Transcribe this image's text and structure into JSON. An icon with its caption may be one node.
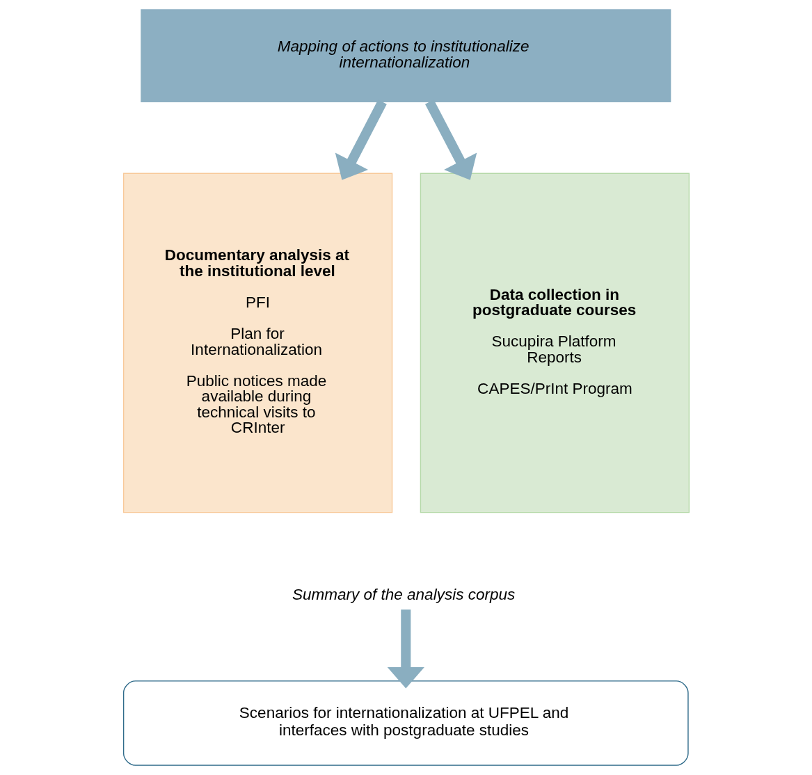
{
  "diagram": {
    "nodes": [
      {
        "text": [
          "Mapping of actions to institutionalize internationalization"
        ]
      },
      {
        "text": [
          "Documentary analysis at the institutional level",
          "PFI",
          "Plan for Internationalization",
          "Public notices made available during technical visits to CRInter"
        ]
      },
      {
        "text": [
          "Data collection in postgraduate courses",
          "Sucupira Platform Reports",
          "CAPES/PrInt Program"
        ]
      },
      {
        "text": [
          "Summary of the analysis corpus"
        ]
      },
      {
        "text": [
          "Scenarios for internationalization at UFPEL and interfaces with postgraduate studies"
        ]
      }
    ],
    "edges": [
      {
        "from": 0,
        "to": 1,
        "arrow": "to"
      },
      {
        "from": 0,
        "to": 2,
        "arrow": "to"
      },
      {
        "from": 3,
        "to": 4,
        "arrow": "to"
      }
    ]
  }
}
